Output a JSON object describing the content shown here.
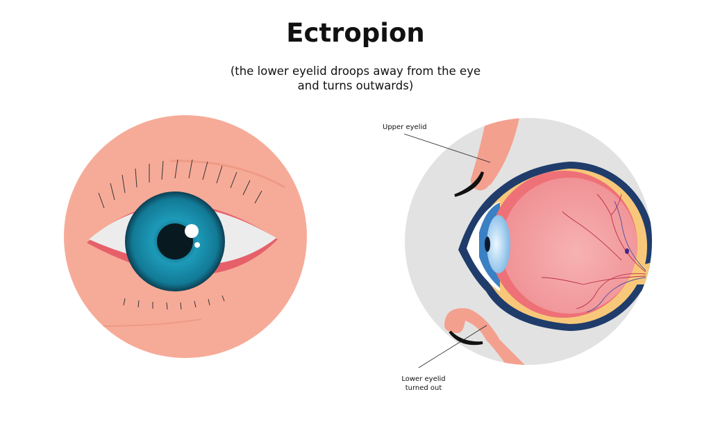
{
  "title": "Ectropion",
  "subtitle_line1": "(the lower eyelid droops away from the eye",
  "subtitle_line2": "and turns outwards)",
  "labels": {
    "upper_eyelid": "Upper eyelid",
    "lower_eyelid_line1": "Lower eyelid",
    "lower_eyelid_line2": "turned out"
  },
  "colors": {
    "skin": "#f6ab98",
    "iris": "#1a8aa6",
    "background_circle": "#e2e2e2",
    "eye_outline": "#1f3c6b",
    "retina": "#f4a0a2",
    "sclera_layer": "#f8c87a"
  }
}
